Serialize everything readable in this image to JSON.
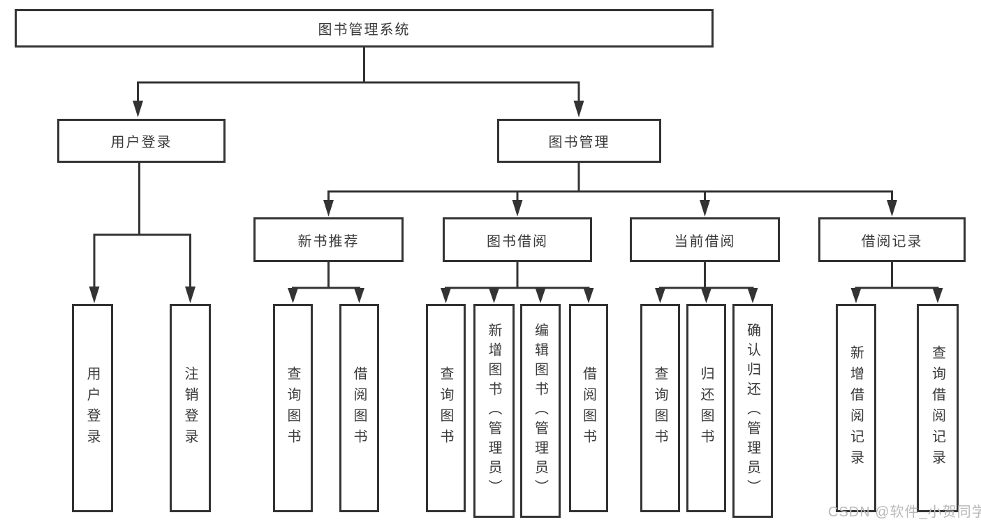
{
  "colors": {
    "line": "#333333",
    "node_border": "#333333",
    "text": "#3a3a3a",
    "background": "#ffffff",
    "watermark_text_color": "#b9b9b9"
  },
  "watermark": "CSDN @软件_小贺同学",
  "tree": {
    "root": {
      "label": "图书管理系统"
    },
    "branches": [
      {
        "label": "用户登录",
        "children": [
          {
            "label": "用户登录"
          },
          {
            "label": "注销登录"
          }
        ]
      },
      {
        "label": "图书管理",
        "groups": [
          {
            "label": "新书推荐",
            "children": [
              {
                "label": "查询图书"
              },
              {
                "label": "借阅图书"
              }
            ]
          },
          {
            "label": "图书借阅",
            "children": [
              {
                "label": "查询图书"
              },
              {
                "label": "新增图书（管理员）"
              },
              {
                "label": "编辑图书（管理员）"
              },
              {
                "label": "借阅图书"
              }
            ]
          },
          {
            "label": "当前借阅",
            "children": [
              {
                "label": "查询图书"
              },
              {
                "label": "归还图书"
              },
              {
                "label": "确认归还（管理员）"
              }
            ]
          },
          {
            "label": "借阅记录",
            "children": [
              {
                "label": "新增借阅记录"
              },
              {
                "label": "查询借阅记录"
              }
            ]
          }
        ]
      }
    ]
  }
}
